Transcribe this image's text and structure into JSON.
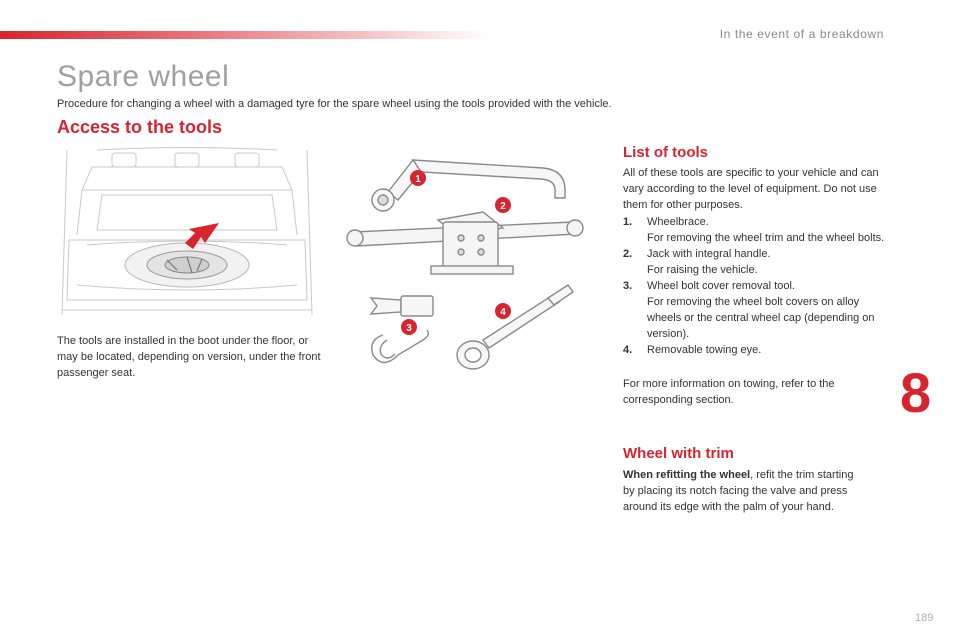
{
  "header": {
    "section": "In the event of a breakdown"
  },
  "page": {
    "title": "Spare wheel",
    "intro": "Procedure for changing a wheel with a damaged tyre for the spare wheel using the tools provided with the vehicle.",
    "chapter": "8",
    "page_number": "189"
  },
  "access": {
    "heading": "Access to the tools",
    "text": "The tools are installed in the boot under the floor, or may be located, depending on version, under the front passenger seat."
  },
  "tools": {
    "heading": "List of tools",
    "intro": "All of these tools are specific to your vehicle and can vary according to the level of equipment. Do not use them for other purposes.",
    "items": [
      {
        "num": "1.",
        "name": "Wheelbrace.",
        "desc": "For removing the wheel trim and the wheel bolts."
      },
      {
        "num": "2.",
        "name": "Jack with integral handle.",
        "desc": "For raising the vehicle."
      },
      {
        "num": "3.",
        "name": "Wheel bolt cover removal tool.",
        "desc": "For removing the wheel bolt covers on alloy wheels or the central wheel cap (depending on version)."
      },
      {
        "num": "4.",
        "name": "Removable towing eye.",
        "desc": ""
      }
    ],
    "outro": "For more information on towing, refer to the corresponding section.",
    "callouts": [
      "1",
      "2",
      "3",
      "4"
    ]
  },
  "trim": {
    "heading": "Wheel with trim",
    "bold": "When refitting the wheel",
    "text": ", refit the trim starting by placing its notch facing the valve and press around its edge with the palm of your hand."
  },
  "colors": {
    "accent": "#d9232e",
    "title_grey": "#a0a0a0",
    "text": "#333333"
  }
}
